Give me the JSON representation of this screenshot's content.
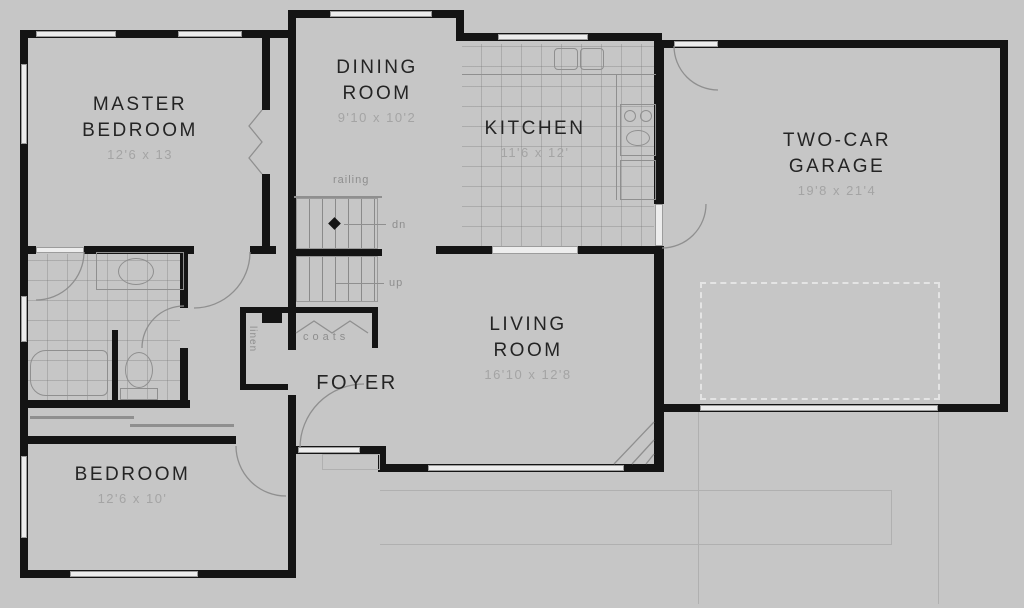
{
  "drawing": {
    "kind": "single-storey house floor plan, black walls on gray background"
  },
  "colors": {
    "background": "#c6c6c6",
    "wall": "#141414",
    "window": "#ededed",
    "fixture_line": "#8f8f8f",
    "room_label": "#242424",
    "dimension_text": "#a4a4a4",
    "annotation_text": "#8e8e8e"
  },
  "rooms": {
    "master_bedroom": {
      "name_line1": "MASTER",
      "name_line2": "BEDROOM",
      "dimensions": "12'6 x 13"
    },
    "dining_room": {
      "name_line1": "DINING",
      "name_line2": "ROOM",
      "dimensions": "9'10 x 10'2"
    },
    "kitchen": {
      "name": "KITCHEN",
      "dimensions": "11'6 x 12'"
    },
    "garage": {
      "name_line1": "TWO-CAR",
      "name_line2": "GARAGE",
      "dimensions": "19'8 x 21'4"
    },
    "living_room": {
      "name_line1": "LIVING",
      "name_line2": "ROOM",
      "dimensions": "16'10 x 12'8"
    },
    "foyer": {
      "name": "FOYER"
    },
    "bedroom": {
      "name": "BEDROOM",
      "dimensions": "12'6 x 10'"
    }
  },
  "annotations": {
    "railing": "railing",
    "stairs_down": "dn",
    "stairs_up": "up",
    "coats_closet": "coats",
    "linen_closet": "linen"
  },
  "fixtures": [
    "bathtub",
    "toilet",
    "vanity-sink",
    "kitchen-double-sink",
    "stove",
    "refrigerator",
    "stairs",
    "fireplace",
    "garage-door",
    "front-door",
    "patio",
    "driveway"
  ]
}
